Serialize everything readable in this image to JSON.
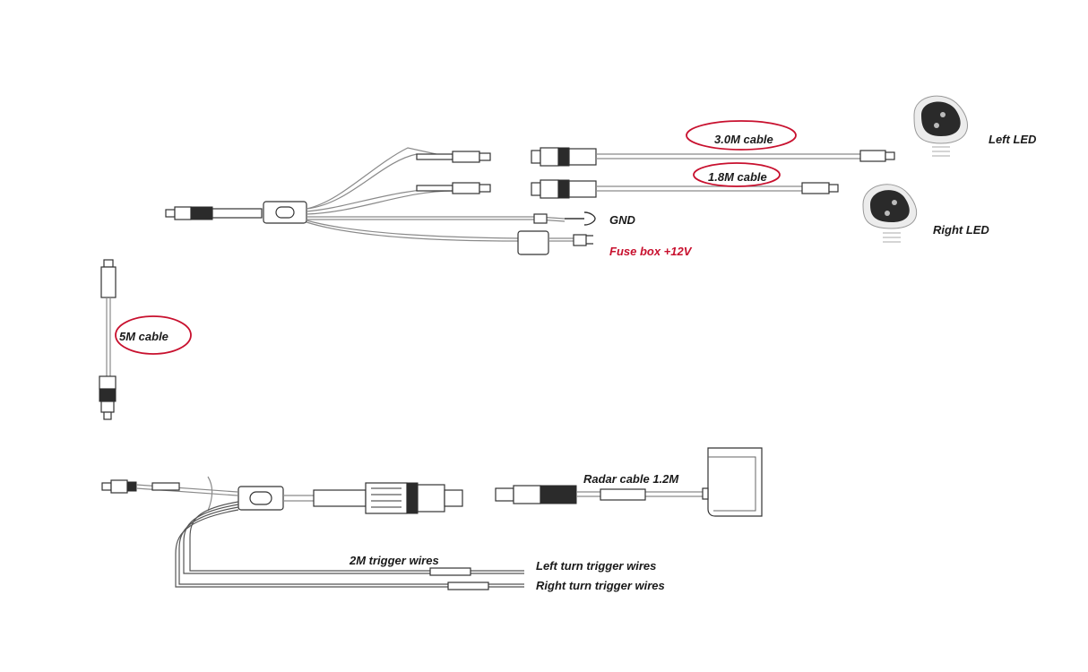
{
  "labels": {
    "cable_3m": "3.0M cable",
    "cable_18m": "1.8M cable",
    "gnd": "GND",
    "fuse": "Fuse box +12V",
    "cable_5m": "5M cable",
    "left_led": "Left LED",
    "right_led": "Right LED",
    "radar_cable": "Radar cable 1.2M",
    "trigger_2m": "2M trigger wires",
    "left_turn": "Left turn trigger wires",
    "right_turn": "Right turn trigger wires"
  },
  "colors": {
    "highlight": "#c8102e",
    "text": "#1a1a1a",
    "wire": "#8a8a8a"
  }
}
